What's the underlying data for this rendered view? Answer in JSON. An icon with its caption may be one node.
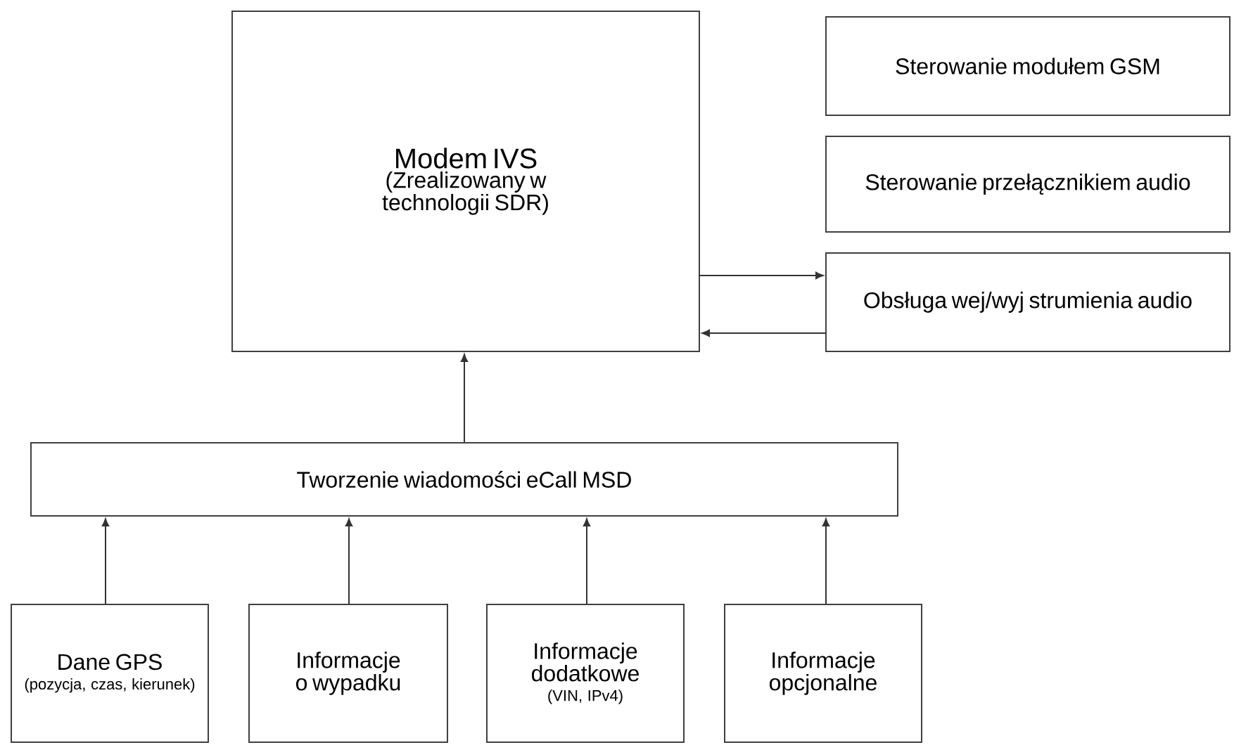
{
  "diagram": {
    "nodes": [
      {
        "text": [
          "Modem IVS",
          "(Zrealizowany w technologii SDR)"
        ]
      },
      {
        "text": [
          "Sterowanie modułem GSM"
        ]
      },
      {
        "text": [
          "Sterowanie przełącznikiem audio"
        ]
      },
      {
        "text": [
          "Obsługa wej/wyj strumienia audio"
        ]
      },
      {
        "text": [
          "Tworzenie wiadomości eCall MSD"
        ]
      },
      {
        "text": [
          "Dane GPS",
          "(pozycja, czas, kierunek)"
        ]
      },
      {
        "text": [
          "Informacje o wypadku"
        ]
      },
      {
        "text": [
          "Informacje dodatkowe",
          "(VIN, IPv4)"
        ]
      },
      {
        "text": [
          "Informacje opcjonalne"
        ]
      }
    ],
    "edges": [
      {
        "from": 0,
        "to": 3,
        "arrow": "to"
      },
      {
        "from": 3,
        "to": 0,
        "arrow": "to"
      },
      {
        "from": 4,
        "to": 0,
        "arrow": "to"
      },
      {
        "from": 5,
        "to": 4,
        "arrow": "to"
      },
      {
        "from": 6,
        "to": 4,
        "arrow": "to"
      },
      {
        "from": 7,
        "to": 4,
        "arrow": "to"
      },
      {
        "from": 8,
        "to": 4,
        "arrow": "to"
      }
    ]
  }
}
